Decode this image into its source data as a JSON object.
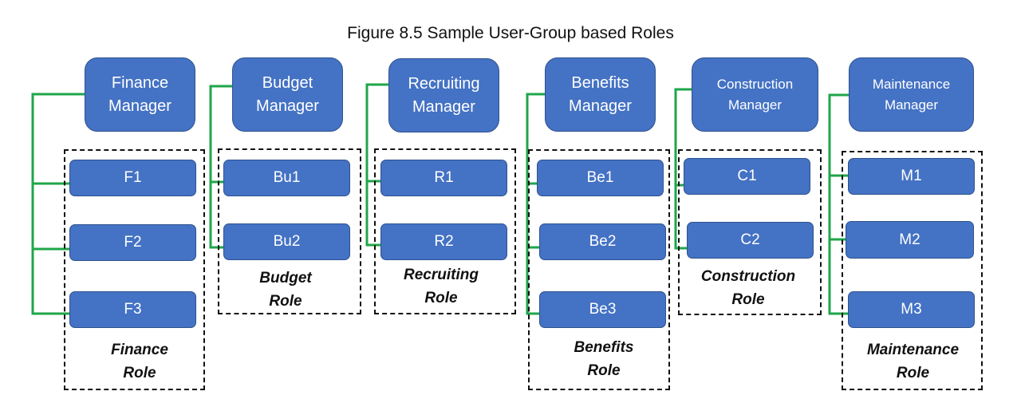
{
  "title": "Figure 8.5 Sample User-Group based Roles",
  "colors": {
    "box_fill": "#4472C4",
    "box_border": "#2F528F",
    "connector": "#1FA64A"
  },
  "groups": [
    {
      "manager": "Finance\nManager",
      "users": [
        "F1",
        "F2",
        "F3"
      ],
      "role": "Finance\nRole"
    },
    {
      "manager": "Budget\nManager",
      "users": [
        "Bu1",
        "Bu2"
      ],
      "role": "Budget\nRole"
    },
    {
      "manager": "Recruiting\nManager",
      "users": [
        "R1",
        "R2"
      ],
      "role": "Recruiting\nRole"
    },
    {
      "manager": "Benefits\nManager",
      "users": [
        "Be1",
        "Be2",
        "Be3"
      ],
      "role": "Benefits\nRole"
    },
    {
      "manager": "Construction\nManager",
      "users": [
        "C1",
        "C2"
      ],
      "role": "Construction\nRole"
    },
    {
      "manager": "Maintenance\nManager",
      "users": [
        "M1",
        "M2",
        "M3"
      ],
      "role": "Maintenance\nRole"
    }
  ]
}
